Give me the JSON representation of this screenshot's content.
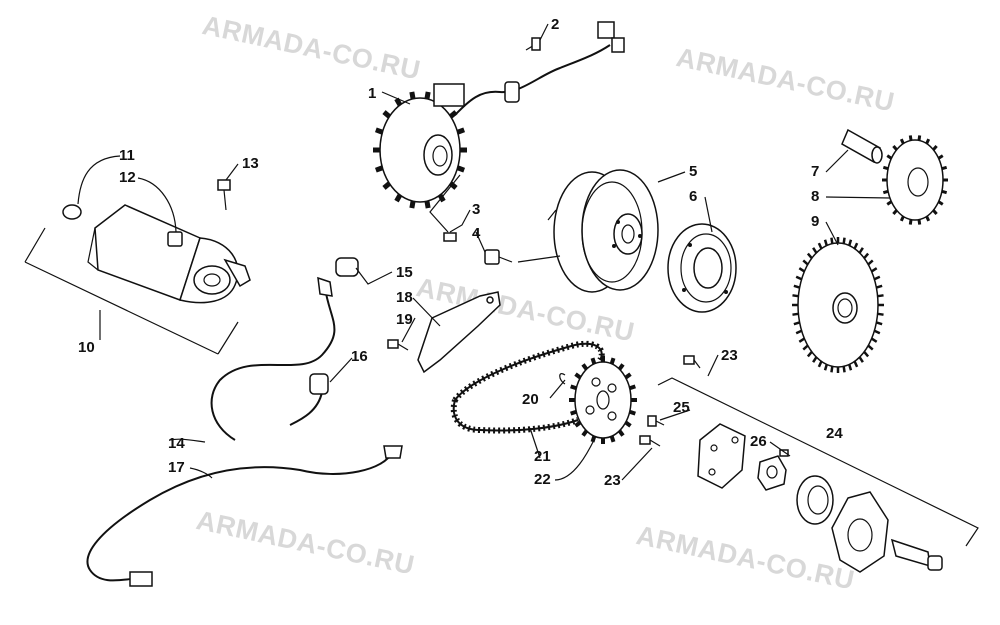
{
  "watermark": "ARMADA-CO.RU",
  "callouts": [
    "1",
    "2",
    "3",
    "4",
    "5",
    "6",
    "7",
    "8",
    "9",
    "10",
    "11",
    "12",
    "13",
    "14",
    "15",
    "16",
    "17",
    "18",
    "19",
    "20",
    "21",
    "22",
    "23",
    "23",
    "24",
    "25",
    "26"
  ],
  "parts": {
    "stator": "stator-icon",
    "flywheel": "flywheel-icon",
    "starter_clutch": "starter-clutch-icon",
    "shaft": "shaft-icon",
    "starter_gear": "starter-gear-icon",
    "driven_gear": "driven-gear-icon",
    "starter_motor": "starter-motor-icon",
    "battery_cable": "battery-cable-icon",
    "ground_cable": "ground-cable-icon",
    "chain_guide": "chain-guide-icon",
    "chain": "chain-icon",
    "sprocket": "sprocket-icon",
    "oil_pump": "oil-pump-icon"
  }
}
